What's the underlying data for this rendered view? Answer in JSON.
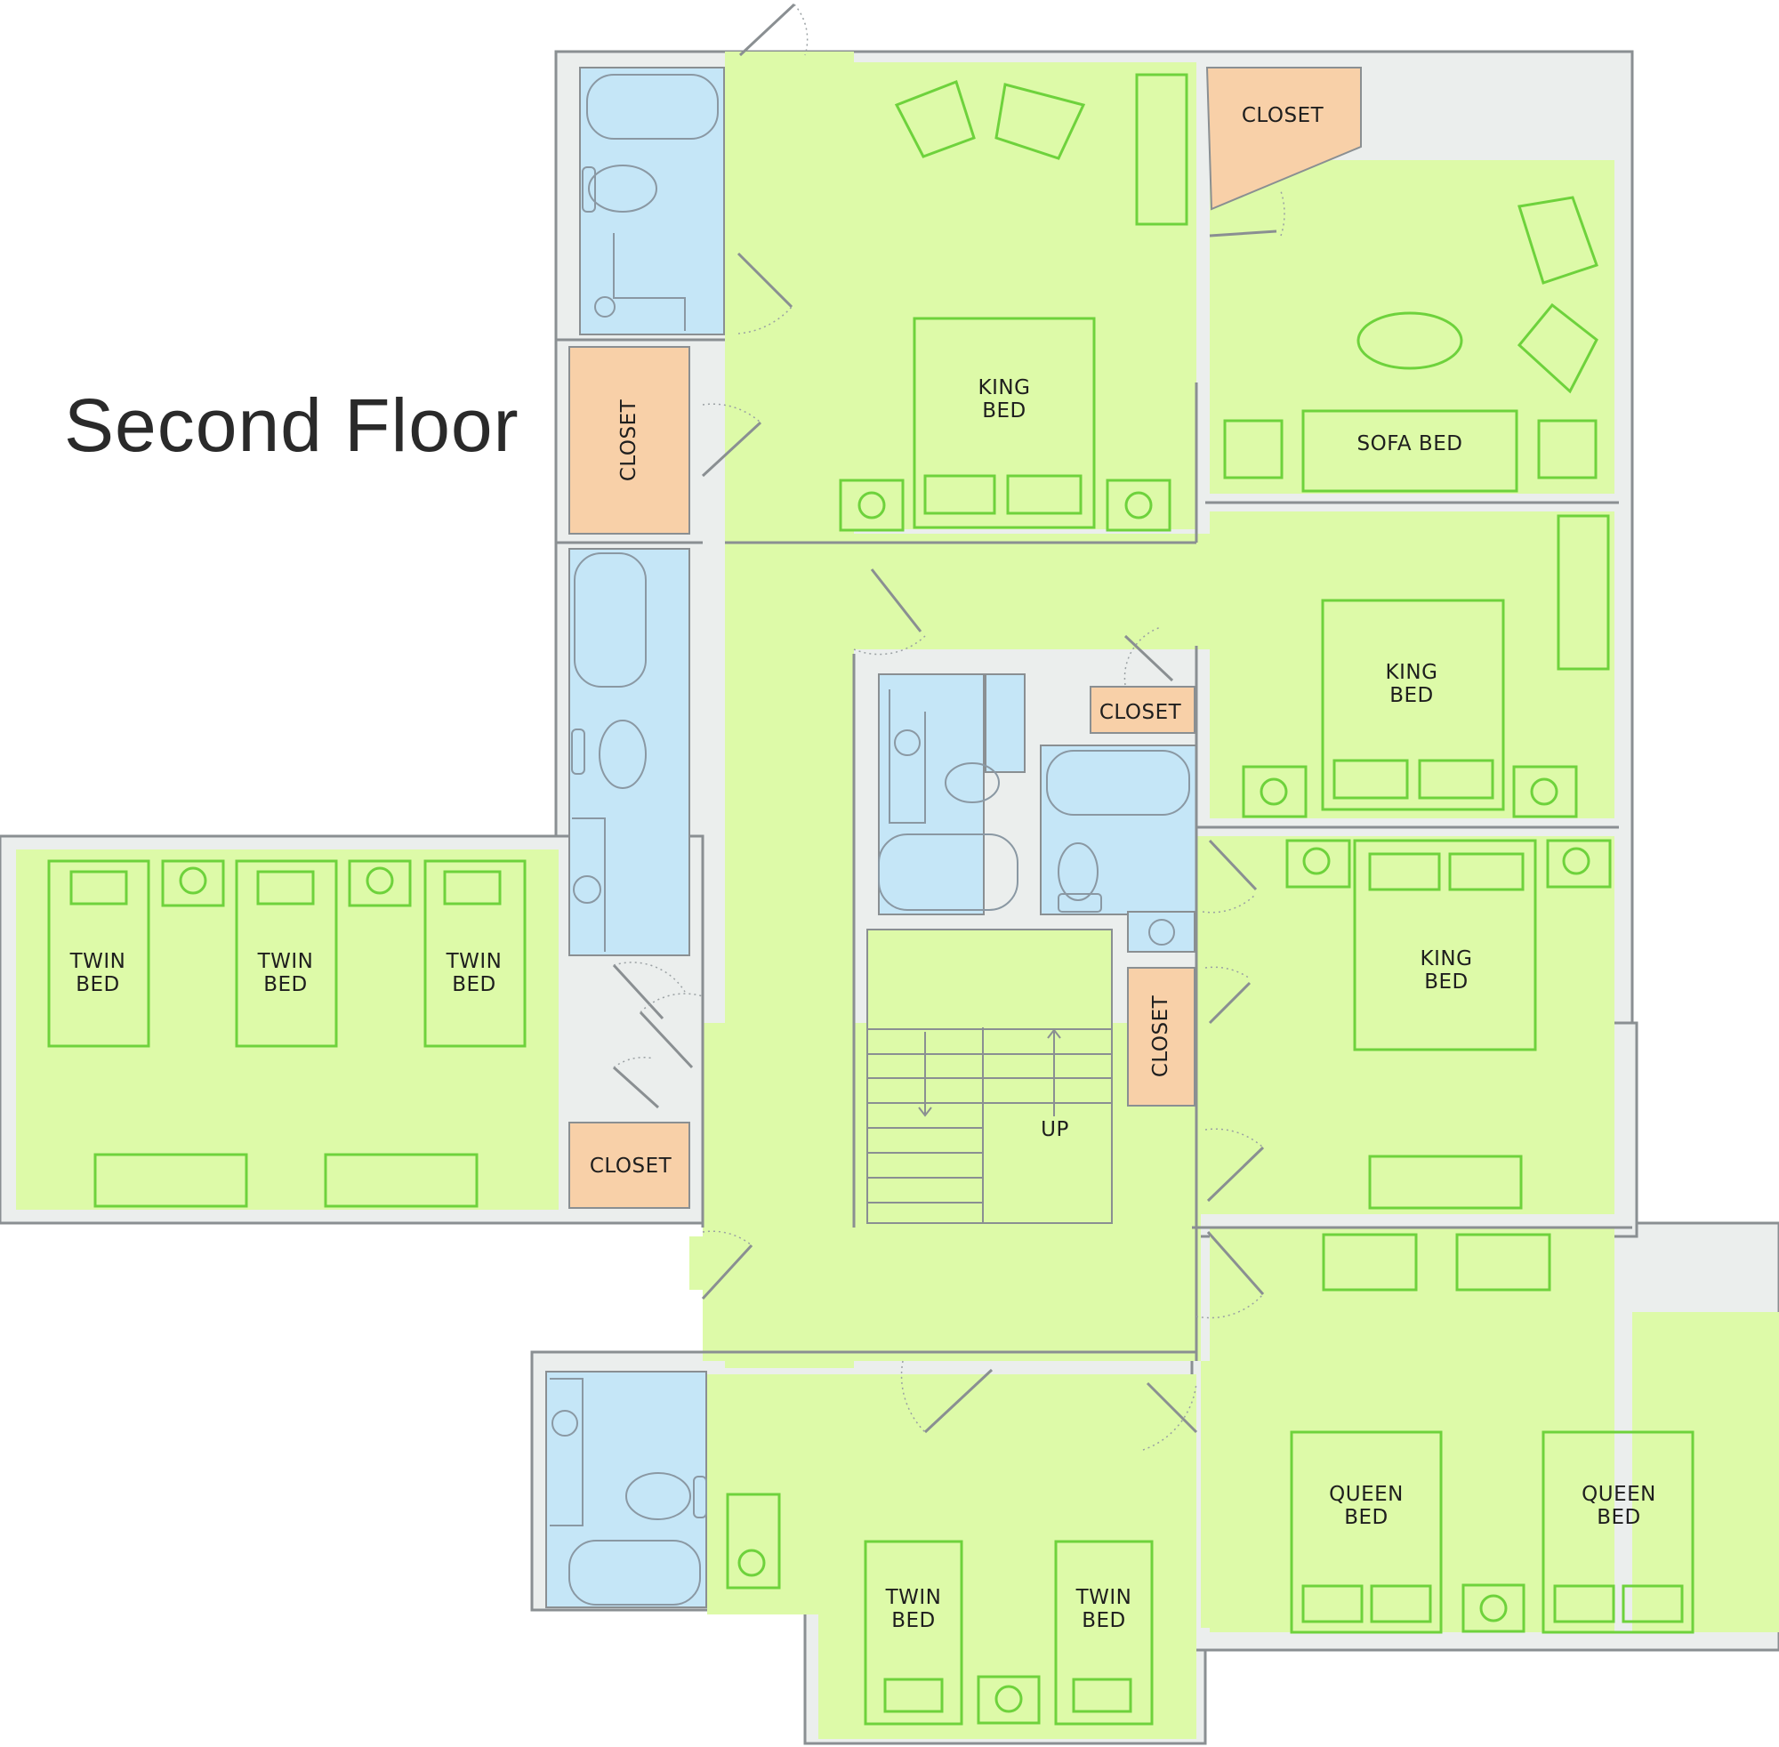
{
  "plan": {
    "title": "Second Floor",
    "colors": {
      "room_floor": "#ddfaa8",
      "bathroom": "#c5e6f7",
      "closet": "#f8d0a8",
      "wall": "#ebeeed",
      "furniture": "#6ed23c"
    },
    "labels": {
      "king_bed_1": [
        "KING",
        "BED"
      ],
      "king_bed_2": [
        "KING",
        "BED"
      ],
      "king_bed_3": [
        "KING",
        "BED"
      ],
      "sofa_bed": "SOFA BED",
      "closet_top": "CLOSET",
      "closet_left_upper": "CLOSET",
      "closet_center": "CLOSET",
      "closet_center_vertical": "CLOSET",
      "closet_left_lower": "CLOSET",
      "twin_bed_1": [
        "TWIN",
        "BED"
      ],
      "twin_bed_2": [
        "TWIN",
        "BED"
      ],
      "twin_bed_3": [
        "TWIN",
        "BED"
      ],
      "twin_bed_4": [
        "TWIN",
        "BED"
      ],
      "twin_bed_5": [
        "TWIN",
        "BED"
      ],
      "queen_bed_1": [
        "QUEEN",
        "BED"
      ],
      "queen_bed_2": [
        "QUEEN",
        "BED"
      ],
      "stairs": "UP"
    }
  }
}
